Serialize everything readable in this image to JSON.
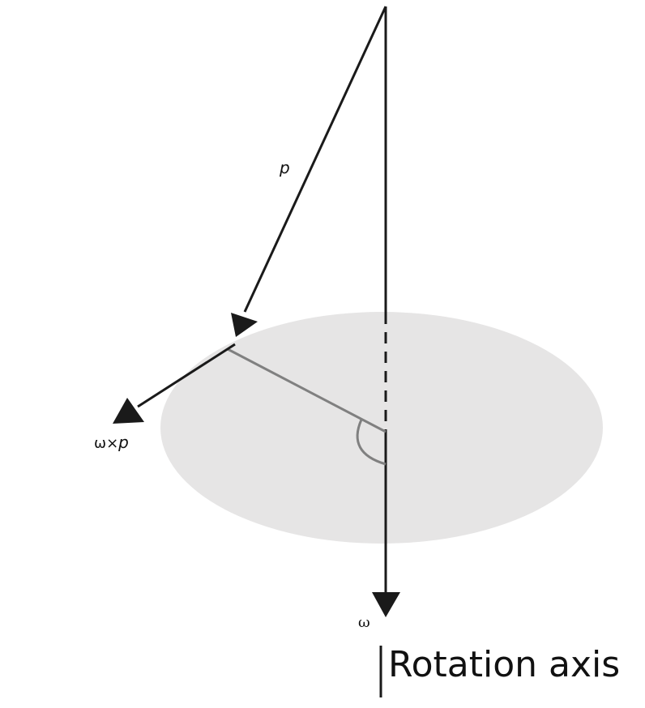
{
  "labels": {
    "p_vector": "p",
    "omega": "ω",
    "omega_cross_prefix": "ω×",
    "omega_cross_var": "p",
    "rotation_axis": "Rotation axis"
  },
  "colors": {
    "disc_fill": "#e6e5e5",
    "vector_stroke": "#1a1a1a",
    "radius_stroke": "#808080",
    "arrow_head": "#1a1a1a"
  }
}
